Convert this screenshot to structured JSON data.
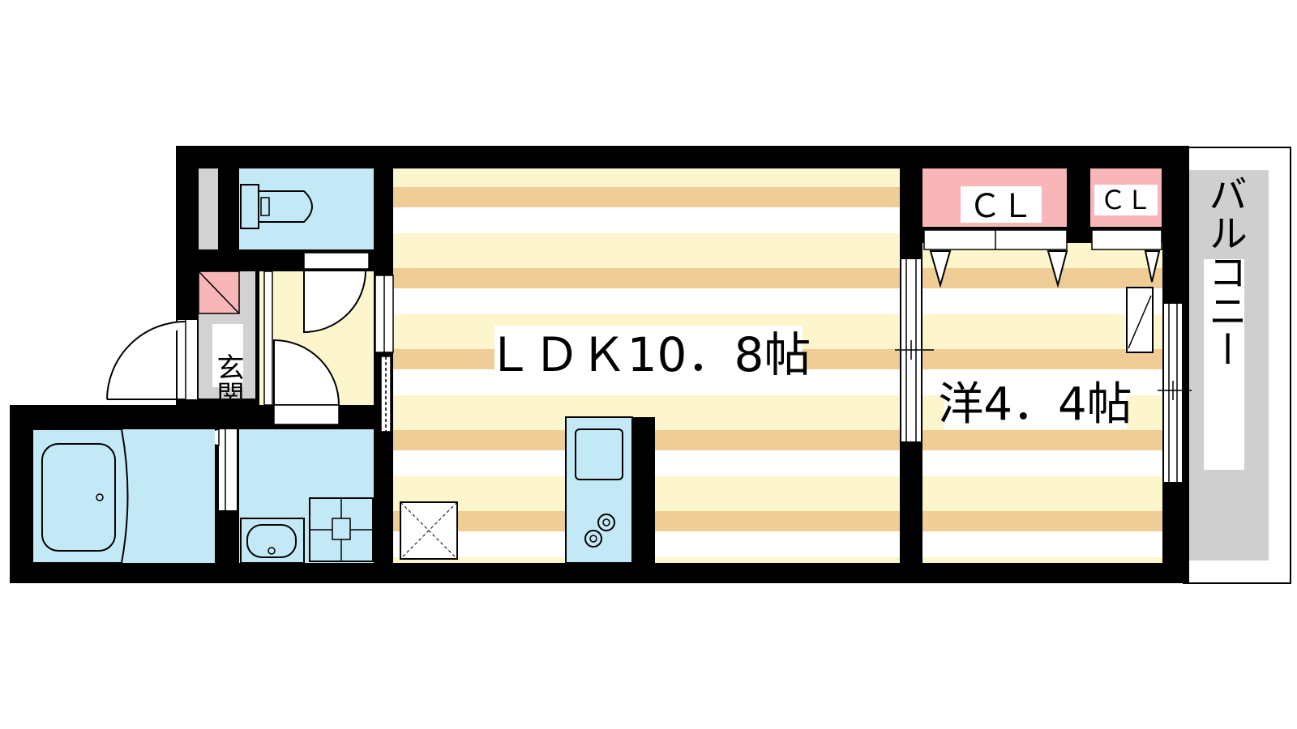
{
  "rooms": {
    "ldk": "ＬＤＫ10．8帖",
    "western": "洋4．4帖",
    "closet_large": "ＣＬ",
    "closet_small": "ＣＬ",
    "entrance": "玄関",
    "balcony": "バルコニー"
  },
  "colors": {
    "wall": "#000000",
    "wet_area": "#c3e8f6",
    "floor_light": "#fdf6cc",
    "floor_stripe": "#f0cc96",
    "closet": "#f8b6b8",
    "balcony": "#cfcfcf",
    "entrance_floor": "#d2d2d2",
    "storage_mark": "#f8b6b8"
  },
  "icons": [
    "toilet-icon",
    "bathtub-icon",
    "washbasin-icon",
    "washing-machine-icon",
    "sink-icon",
    "stove-icon",
    "refrigerator-space-icon",
    "shoe-storage-icon"
  ]
}
